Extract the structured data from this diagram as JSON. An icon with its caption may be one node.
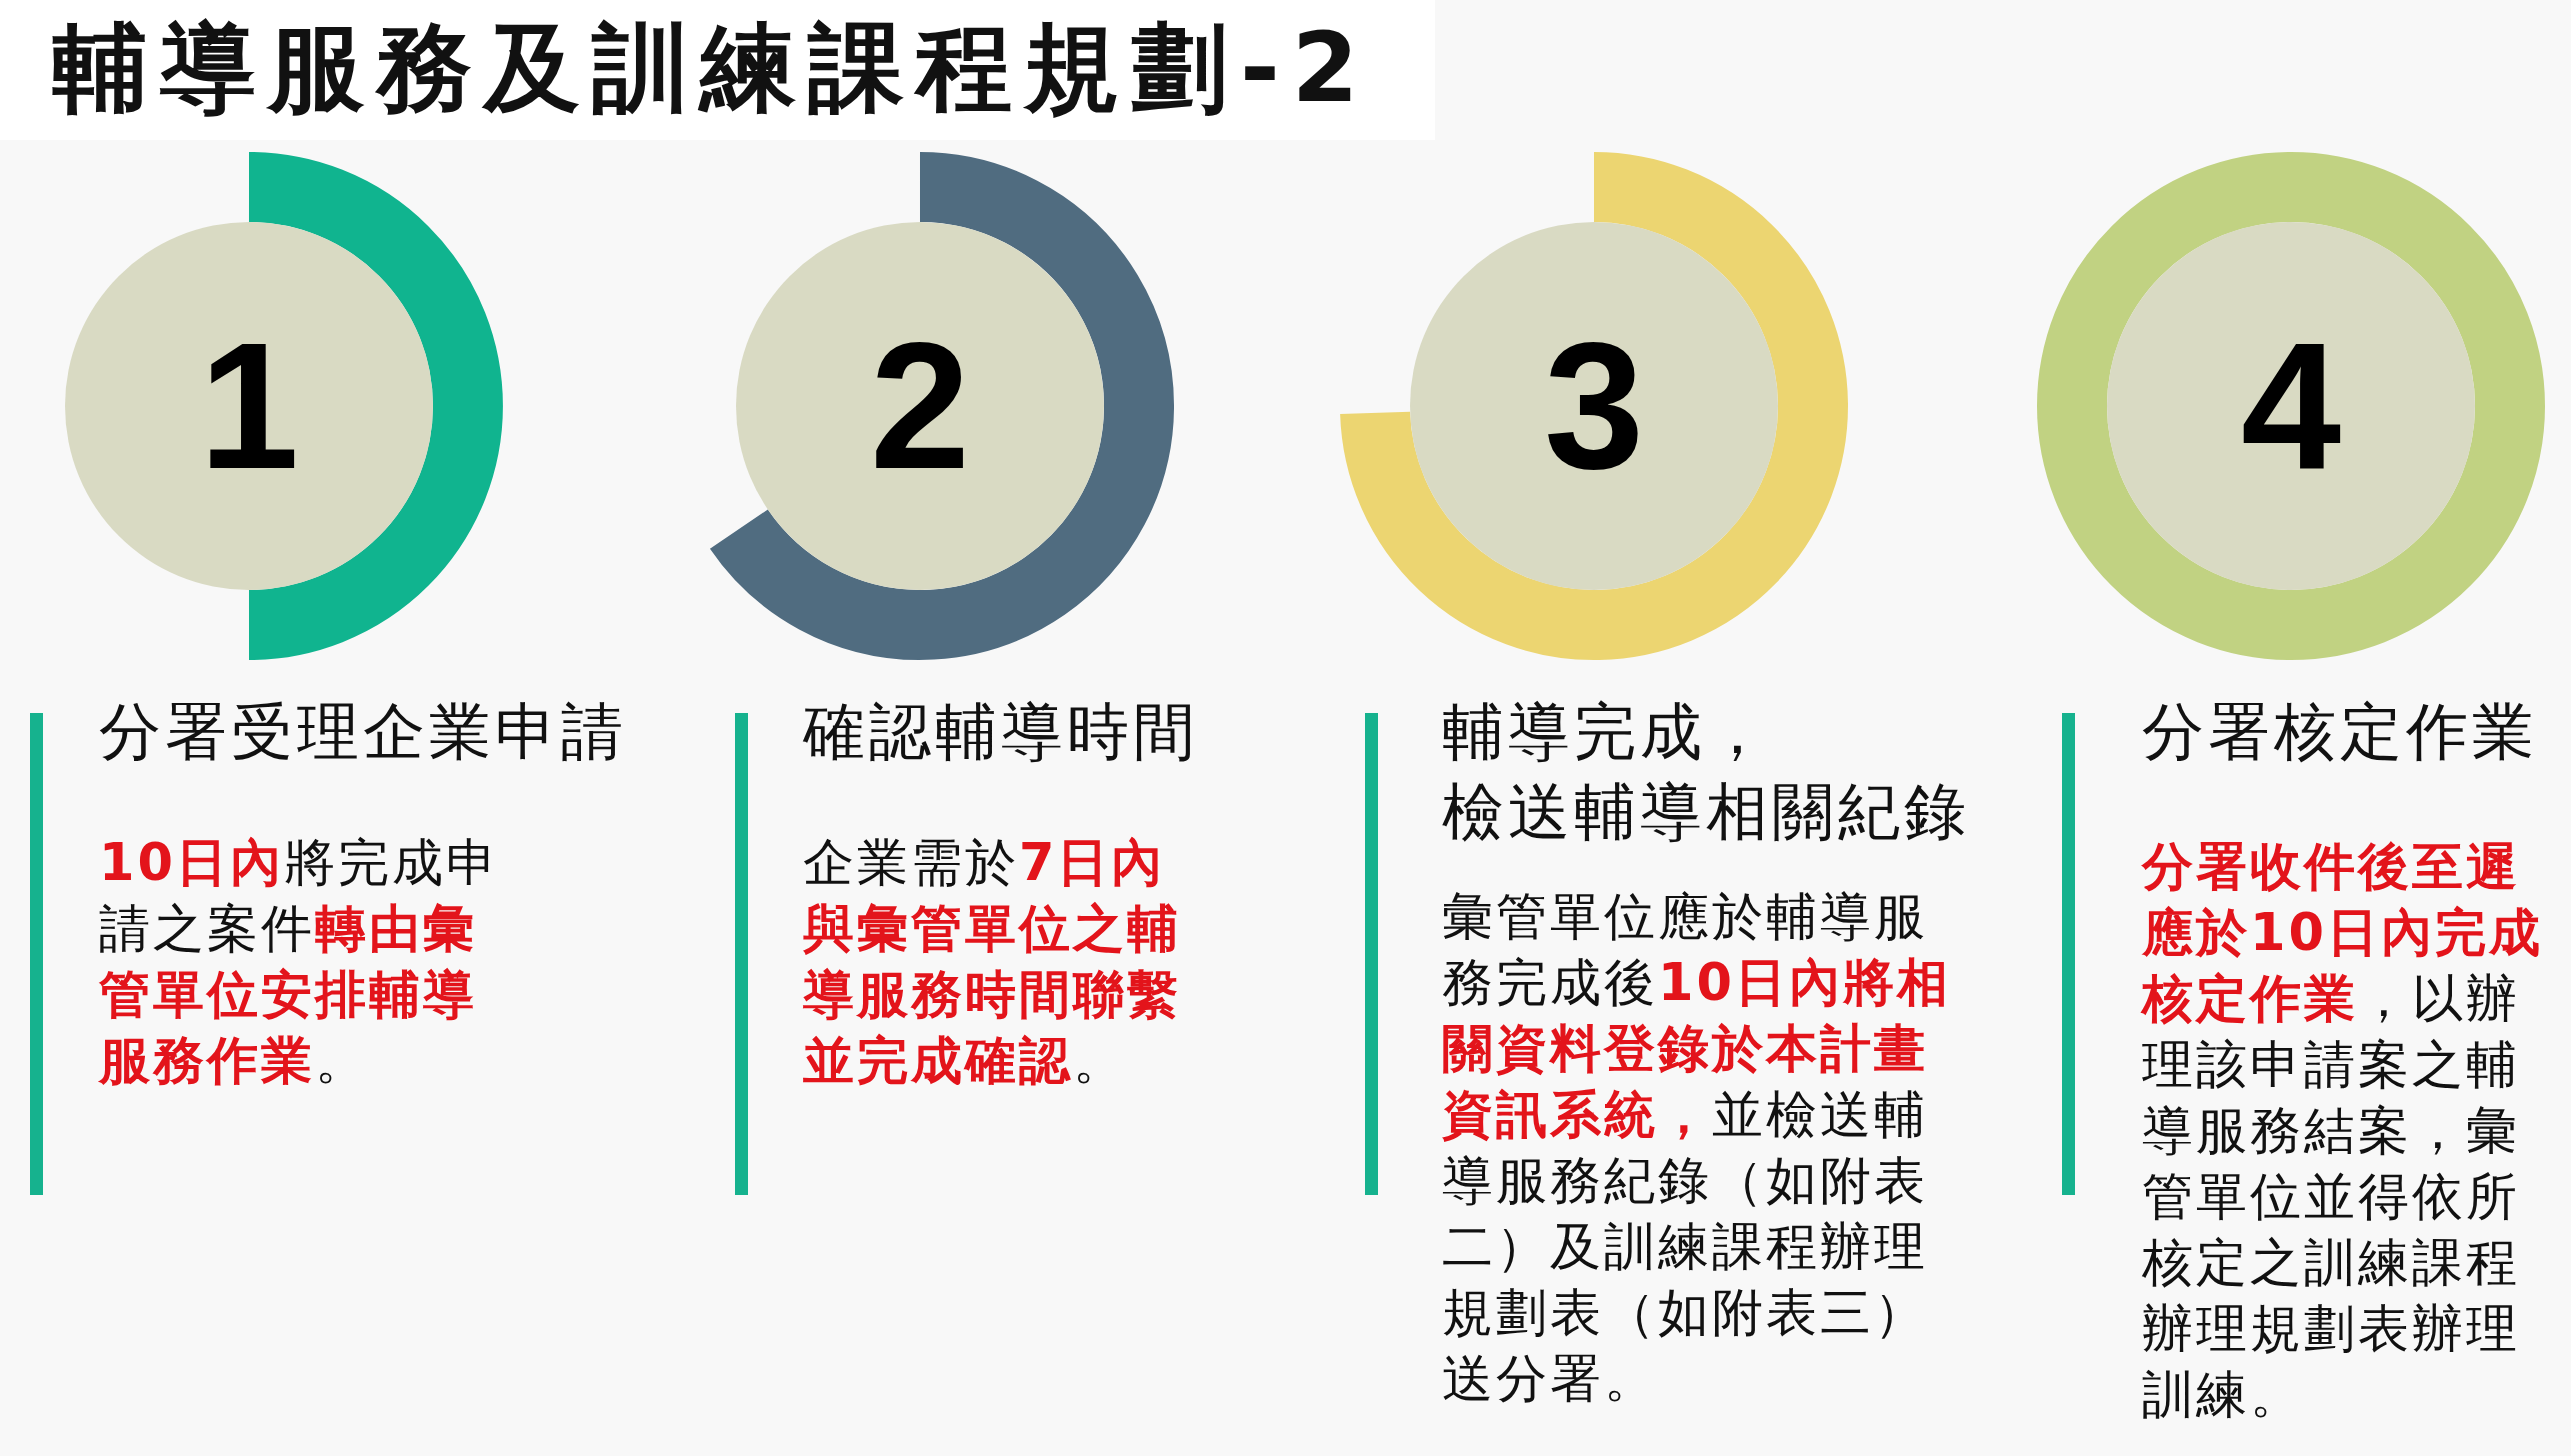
{
  "diagram": {
    "title": "輔導服務及訓練課程規劃-2",
    "nodes": [
      {
        "text": [
          "1"
        ],
        "beside": [
          "分署受理企業申請",
          "**10日內**將完成申請之案件**轉由彙管單位安排輔導服務作業**。"
        ]
      },
      {
        "text": [
          "2"
        ],
        "beside": [
          "確認輔導時間",
          "企業需於**7日內與彙管單位之輔導服務時間聯繫並完成確認**。"
        ]
      },
      {
        "text": [
          "3"
        ],
        "beside": [
          "輔導完成，檢送輔導相關紀錄",
          "彙管單位應於輔導服務完成後**10日內將相關資料登錄於本計畫資訊系統，**並檢送輔導服務紀錄（如附表二）及訓練課程辦理規劃表（如附表三）送分署。"
        ]
      },
      {
        "text": [
          "4"
        ],
        "beside": [
          "分署核定作業",
          "**分署收件後至遲應於10日內完成核定作業**，以辦理該申請案之輔導服務結案，彙管單位並得依所核定之訓練課程辦理規劃表辦理訓練。"
        ]
      }
    ]
  }
}
